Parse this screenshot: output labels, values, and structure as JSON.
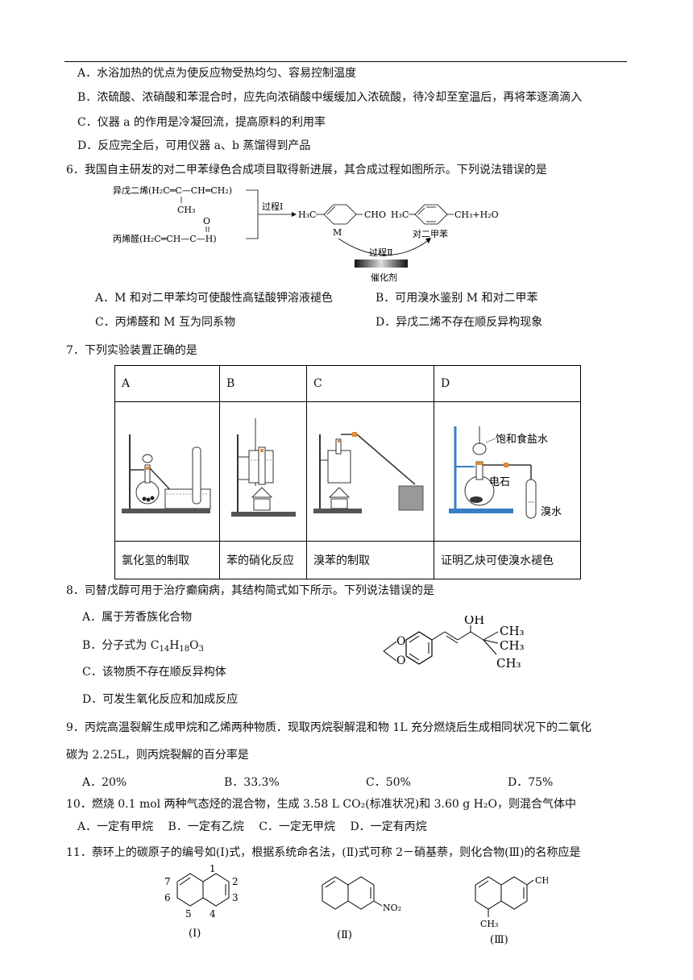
{
  "q5": {
    "A": "A．水浴加热的优点为使反应物受热均匀、容易控制温度",
    "B": "B．浓硫酸、浓硝酸和苯混合时，应先向浓硝酸中缓缓加入浓硫酸，待冷却至室温后，再将苯逐滴滴入",
    "C": "C．仪器 a 的作用是冷凝回流，提高原料的利用率",
    "D": "D．反应完全后，可用仪器 a、b 蒸馏得到产品"
  },
  "q6": {
    "stem": "6．我国自主研发的对二甲苯绿色合成项目取得新进展，其合成过程如图所示。下列说法错误的是",
    "diagram": {
      "isoprene": "异戊二烯(H₂C═C—CH═CH₂)",
      "ch3": "CH₃",
      "acrolein": "丙烯醛(H₂C═CH—C—H)",
      "o": "O",
      "process1": "过程Ⅰ",
      "m_formula_left": "H₃C",
      "m_formula_right": "CHO",
      "m_label": "M",
      "product_left": "H₃C",
      "product_right": "CH₃+H₂O",
      "product_label": "对二甲苯",
      "process2": "过程Ⅱ",
      "catalyst": "催化剂"
    },
    "A": "A．M 和对二甲苯均可使酸性高锰酸钾溶液褪色",
    "B": "B．可用溴水鉴别 M 和对二甲苯",
    "C": "C．丙烯醛和 M 互为同系物",
    "D": "D．异戊二烯不存在顺反异构现象"
  },
  "q7": {
    "stem": "7．下列实验装置正确的是",
    "headers": [
      "A",
      "B",
      "C",
      "D"
    ],
    "captions": [
      "氯化氢的制取",
      "苯的硝化反应",
      "溴苯的制取",
      "证明乙炔可使溴水褪色"
    ],
    "labels": {
      "brine": "饱和食盐水",
      "carbide": "电石",
      "bromine_water": "溴水"
    }
  },
  "q8": {
    "stem": "8．司替戊醇可用于治疗癫痫病，其结构简式如下所示。下列说法错误的是",
    "A": "A．属于芳香族化合物",
    "B_prefix": "B．分子式为 C",
    "B_c": "14",
    "B_h_letter": "H",
    "B_h": "18",
    "B_o_letter": "O",
    "B_o": "3",
    "C": "C．该物质不存在顺反异构体",
    "D": "D．可发生氧化反应和加成反应",
    "struct": {
      "oh": "OH",
      "ch3": "CH₃"
    }
  },
  "q9": {
    "line1": "9．丙烷高温裂解生成甲烷和乙烯两种物质．现取丙烷裂解混和物 1L 充分燃烧后生成相同状况下的二氧化",
    "line2": "碳为 2.25L，则丙烷裂解的百分率是",
    "A": "A．20%",
    "B": "B．33.3%",
    "C": "C．50%",
    "D": "D．75%"
  },
  "q10": {
    "stem": "10．燃烧 0.1 mol 两种气态烃的混合物，生成 3.58 L CO₂(标准状况)和 3.60 g H₂O，则混合气体中",
    "options": "A．一定有甲烷　 B．一定有乙烷　 C．一定无甲烷　 D．一定有丙烷"
  },
  "q11": {
    "stem": "11．萘环上的碳原子的编号如(Ⅰ)式，根据系统命名法，(Ⅱ)式可称 2－硝基萘，则化合物(Ⅲ)的名称应是",
    "nums": [
      "1",
      "2",
      "3",
      "4",
      "5",
      "6",
      "7"
    ],
    "label1": "(Ⅰ)",
    "label2": "(Ⅱ)",
    "label3": "(Ⅲ)",
    "no2": "NO₂",
    "ch3": "CH₃"
  }
}
